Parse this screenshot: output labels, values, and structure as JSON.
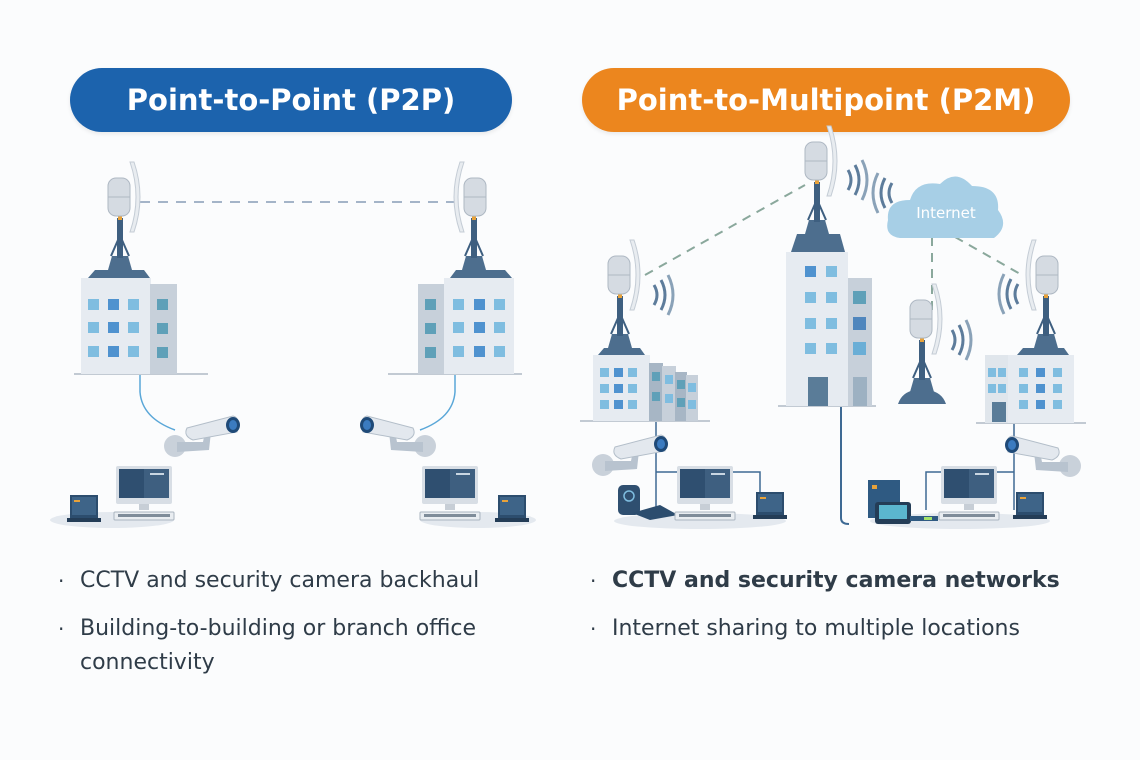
{
  "left_panel": {
    "title": "Point-to-Point (P2P)",
    "accent_color": "#1c63ad",
    "bullets": [
      "CCTV and security camera backhaul",
      "Building-to-building or branch office connectivity"
    ]
  },
  "right_panel": {
    "title": "Point-to-Multipoint (P2M)",
    "accent_color": "#ec861e",
    "cloud_label": "Internet",
    "bullets": [
      "CCTV and security camera networks",
      "Internet sharing to multiple locations"
    ]
  },
  "icons": {
    "antenna": "dish-antenna-icon",
    "building": "office-building-icon",
    "camera": "security-camera-icon",
    "computer": "desktop-computer-icon",
    "laptop": "laptop-icon",
    "cloud": "cloud-icon",
    "wifi_waves": "wireless-signal-icon"
  }
}
